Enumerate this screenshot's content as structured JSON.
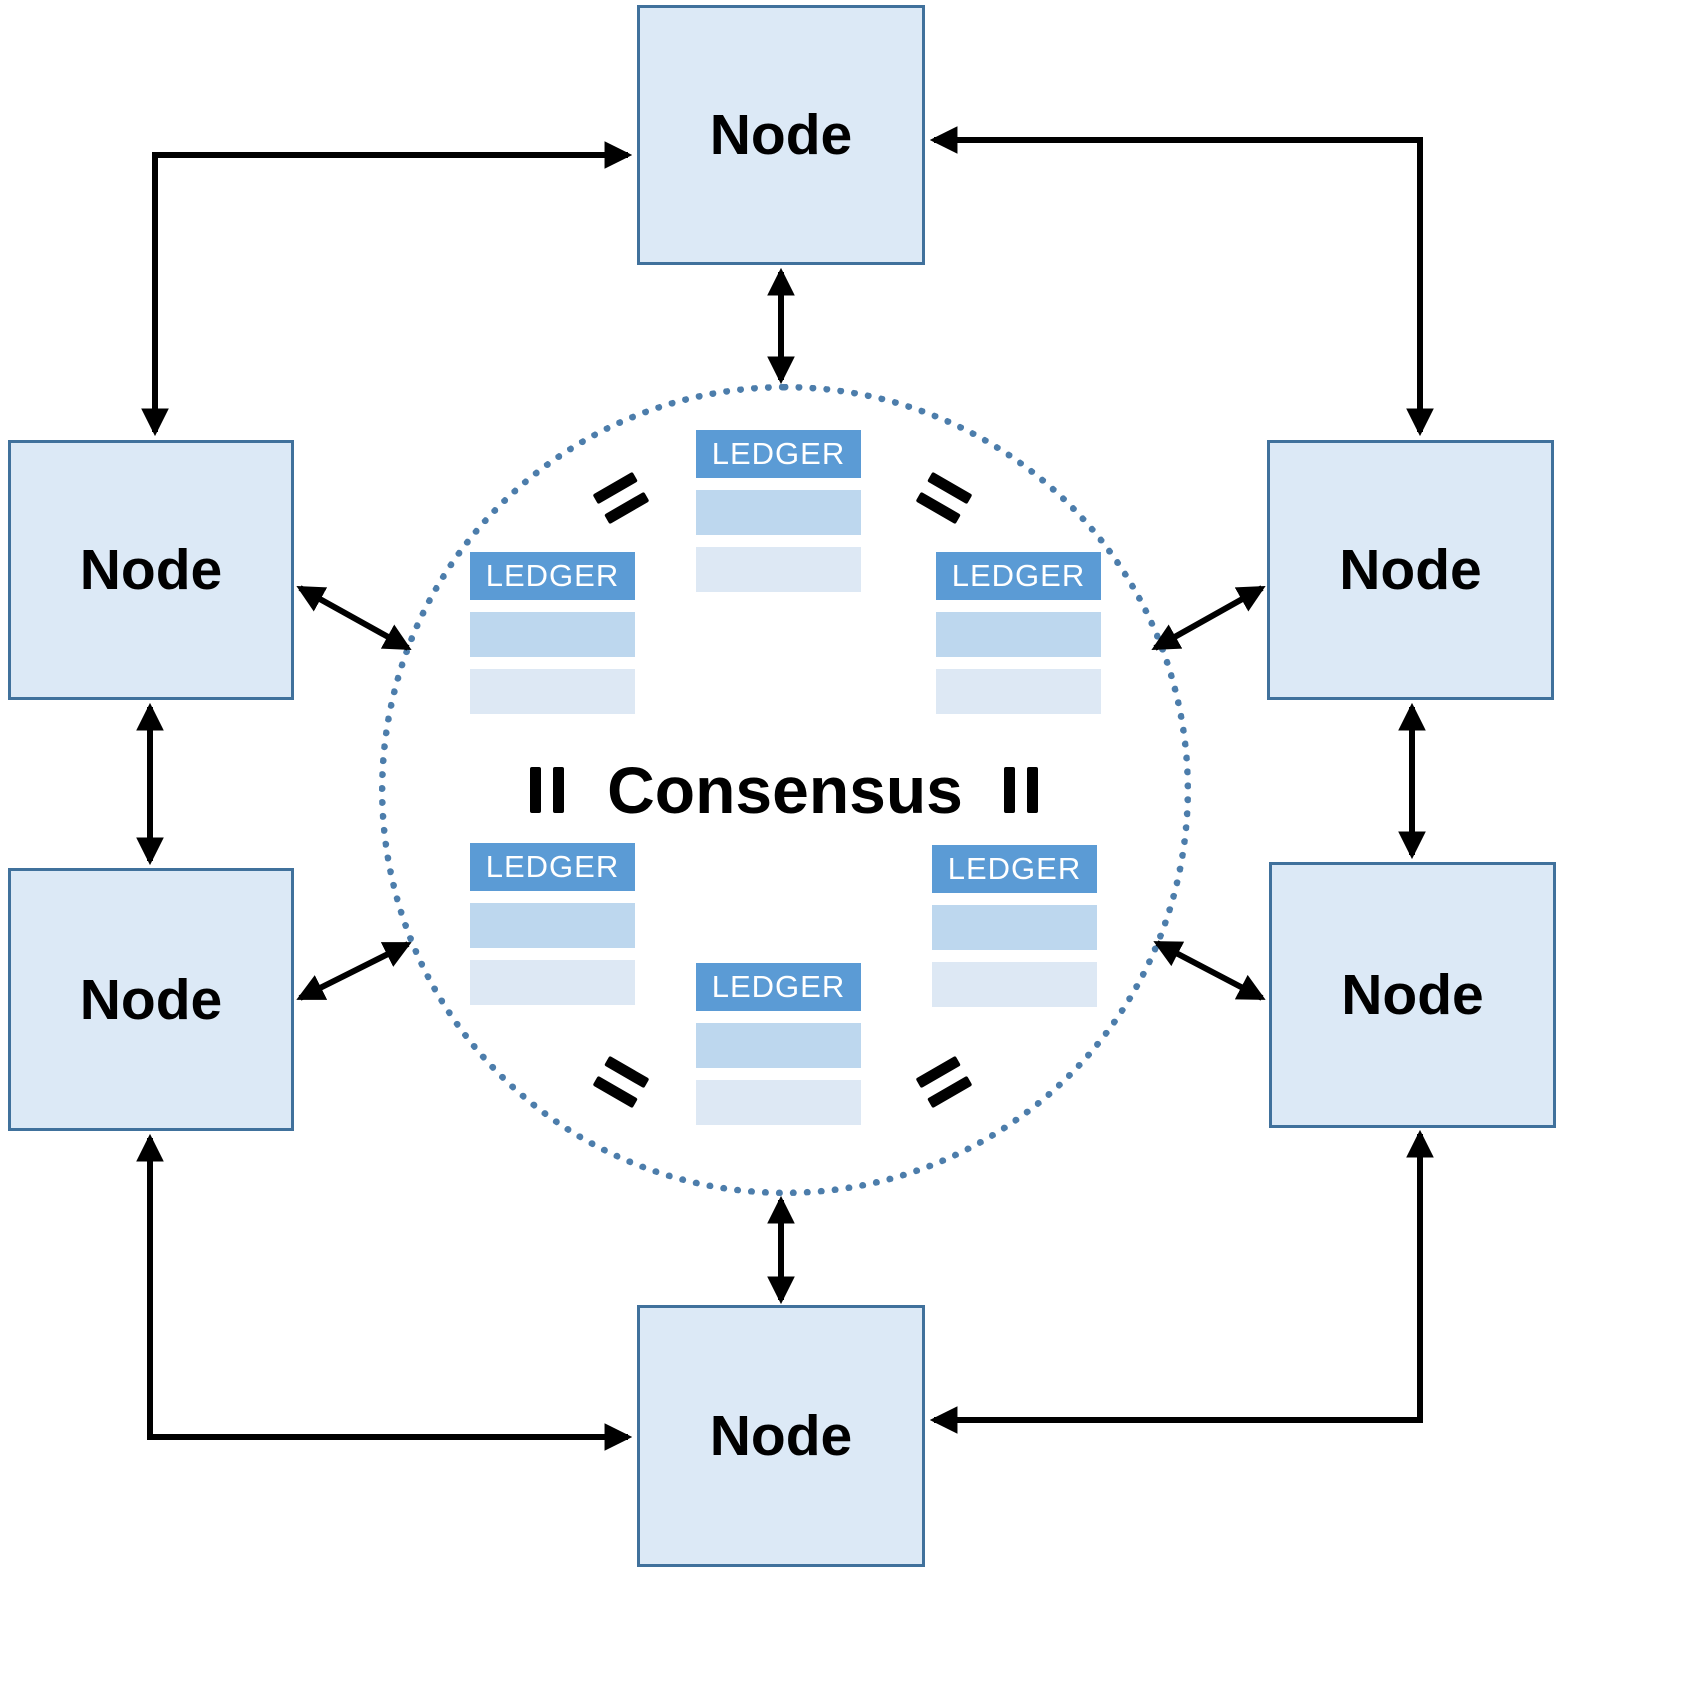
{
  "diagram": {
    "center_label": "Consensus",
    "equals_icon": "=",
    "nodes": [
      {
        "id": "top",
        "label": "Node"
      },
      {
        "id": "left-upper",
        "label": "Node"
      },
      {
        "id": "right-upper",
        "label": "Node"
      },
      {
        "id": "left-lower",
        "label": "Node"
      },
      {
        "id": "right-lower",
        "label": "Node"
      },
      {
        "id": "bottom",
        "label": "Node"
      }
    ],
    "ledgers": [
      {
        "id": "top-center",
        "label": "LEDGER"
      },
      {
        "id": "upper-left",
        "label": "LEDGER"
      },
      {
        "id": "upper-right",
        "label": "LEDGER"
      },
      {
        "id": "lower-left",
        "label": "LEDGER"
      },
      {
        "id": "lower-right",
        "label": "LEDGER"
      },
      {
        "id": "bottom-center",
        "label": "LEDGER"
      }
    ],
    "colors": {
      "node_fill": "#dce9f6",
      "node_border": "#40719c",
      "ledger_header": "#5b9bd5",
      "ledger_row_mid": "#bdd7ee",
      "ledger_row_light": "#dde8f4",
      "circle_border": "#4c7dab",
      "arrow": "#000000"
    }
  }
}
